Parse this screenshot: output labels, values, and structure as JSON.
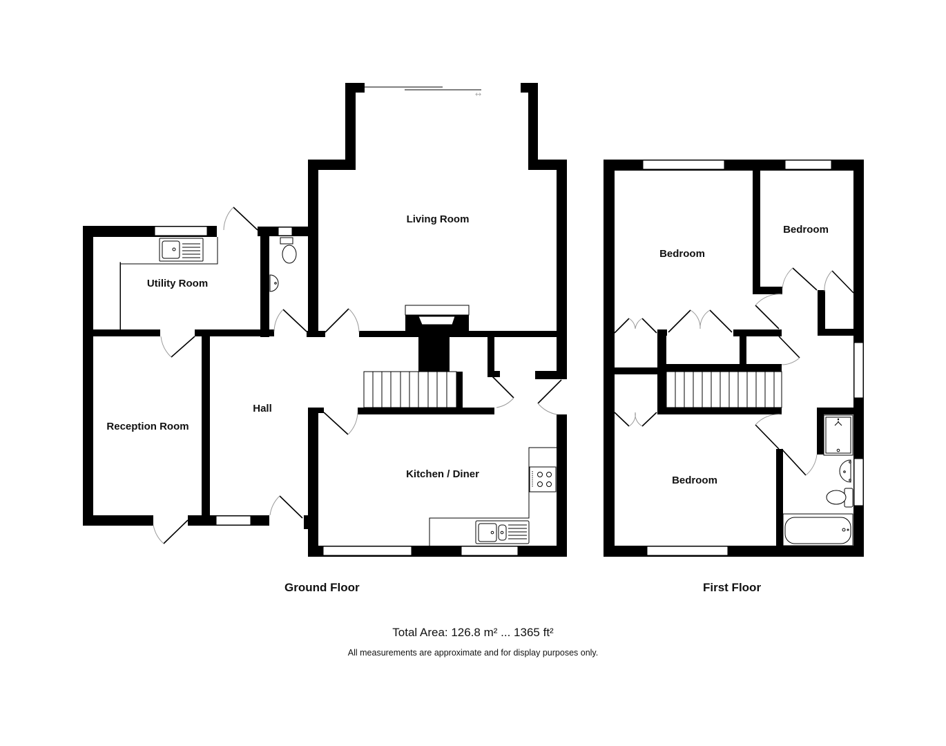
{
  "plan": {
    "ground_floor": {
      "label": "Ground Floor",
      "rooms": {
        "living_room": "Living Room",
        "utility_room": "Utility Room",
        "hall": "Hall",
        "reception_room": "Reception Room",
        "kitchen_diner": "Kitchen / Diner"
      }
    },
    "first_floor": {
      "label": "First Floor",
      "rooms": {
        "bedroom_1": "Bedroom",
        "bedroom_2": "Bedroom",
        "bedroom_3": "Bedroom"
      }
    },
    "total_area": "Total Area: 126.8 m² ... 1365 ft²",
    "disclaimer": "All measurements are approximate and for display purposes only.",
    "icons": {
      "sliding_door": "sliding-door-arrow-icon",
      "sink": "sink-icon",
      "hob": "hob-icon",
      "toilet": "toilet-icon",
      "basin": "basin-icon",
      "shower": "shower-icon",
      "bath": "bath-icon",
      "stairs": "stairs-icon",
      "chimney": "chimney-icon"
    },
    "colors": {
      "wall": "#000000",
      "background": "#ffffff",
      "door_arc": "#999999"
    }
  }
}
